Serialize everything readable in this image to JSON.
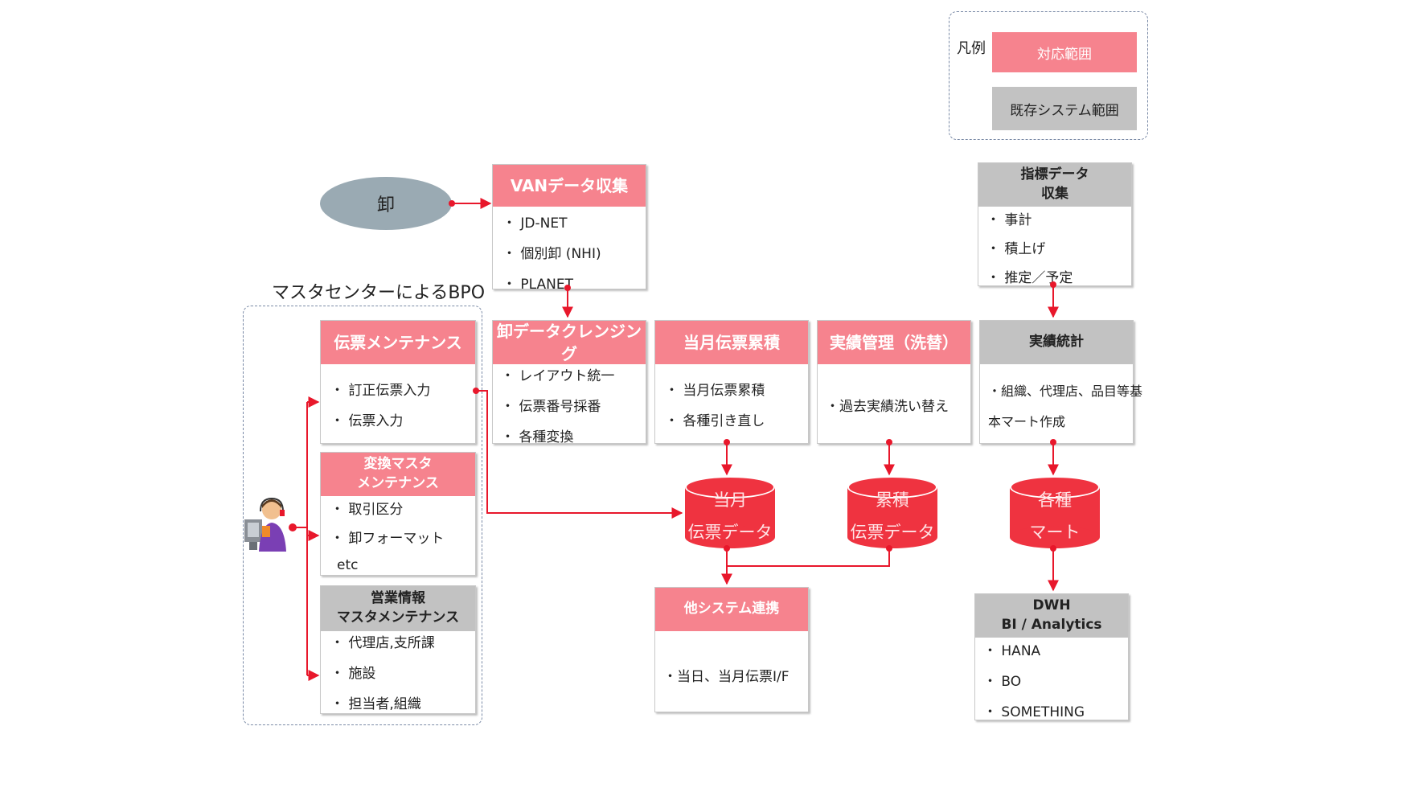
{
  "legend": {
    "title": "凡例",
    "in_scope": "対応範囲",
    "existing": "既存システム範囲"
  },
  "colors": {
    "pink": "#f6838e",
    "gray": "#c2c2c2",
    "red": "#ef3340",
    "line": "#e8172b"
  },
  "source_node": "卸",
  "bpo_title": "マスタセンターによるBPO",
  "van": {
    "title": "VANデータ収集",
    "items": [
      "・ JD-NET",
      "・ 個別卸 (NHI)",
      "・ PLANET"
    ]
  },
  "cleansing": {
    "title": "卸データクレンジング",
    "items": [
      "・ レイアウト統一",
      "・ 伝票番号採番",
      "・ 各種変換"
    ]
  },
  "voucher_maint": {
    "title": "伝票メンテナンス",
    "items": [
      "・ 訂正伝票入力",
      "・ 伝票入力"
    ]
  },
  "convert_master": {
    "title_line1": "変換マスタ",
    "title_line2": "メンテナンス",
    "items": [
      "・ 取引区分",
      "・ 卸フォーマット",
      "etc"
    ]
  },
  "sales_master": {
    "title_line1": "営業情報",
    "title_line2": "マスタメンテナンス",
    "items": [
      "・ 代理店,支所課",
      "・ 施設",
      "・ 担当者,組織"
    ]
  },
  "monthly_accum": {
    "title": "当月伝票累積",
    "items": [
      "・ 当月伝票累積",
      "・ 各種引き直し"
    ]
  },
  "actual_mgmt": {
    "title": "実績管理（洗替）",
    "items": [
      "・過去実績洗い替え"
    ]
  },
  "actual_stats": {
    "title": "実績統計",
    "items": [
      "・組織、代理店、品目等基",
      "本マート作成"
    ]
  },
  "kpi": {
    "title_line1": "指標データ",
    "title_line2": "収集",
    "items": [
      "・ 事計",
      "・ 積上げ",
      "・ 推定／予定"
    ]
  },
  "other_sys": {
    "title": "他システム連携",
    "items": [
      "・当日、当月伝票I/F"
    ]
  },
  "dwh": {
    "title_line1": "DWH",
    "title_line2": "BI / Analytics",
    "items": [
      "・ HANA",
      "・ BO",
      "・ SOMETHING"
    ]
  },
  "cyl_monthly": {
    "line1": "当月",
    "line2": "伝票データ"
  },
  "cyl_accum": {
    "line1": "累積",
    "line2": "伝票データ"
  },
  "cyl_mart": {
    "line1": "各種",
    "line2": "マート"
  }
}
